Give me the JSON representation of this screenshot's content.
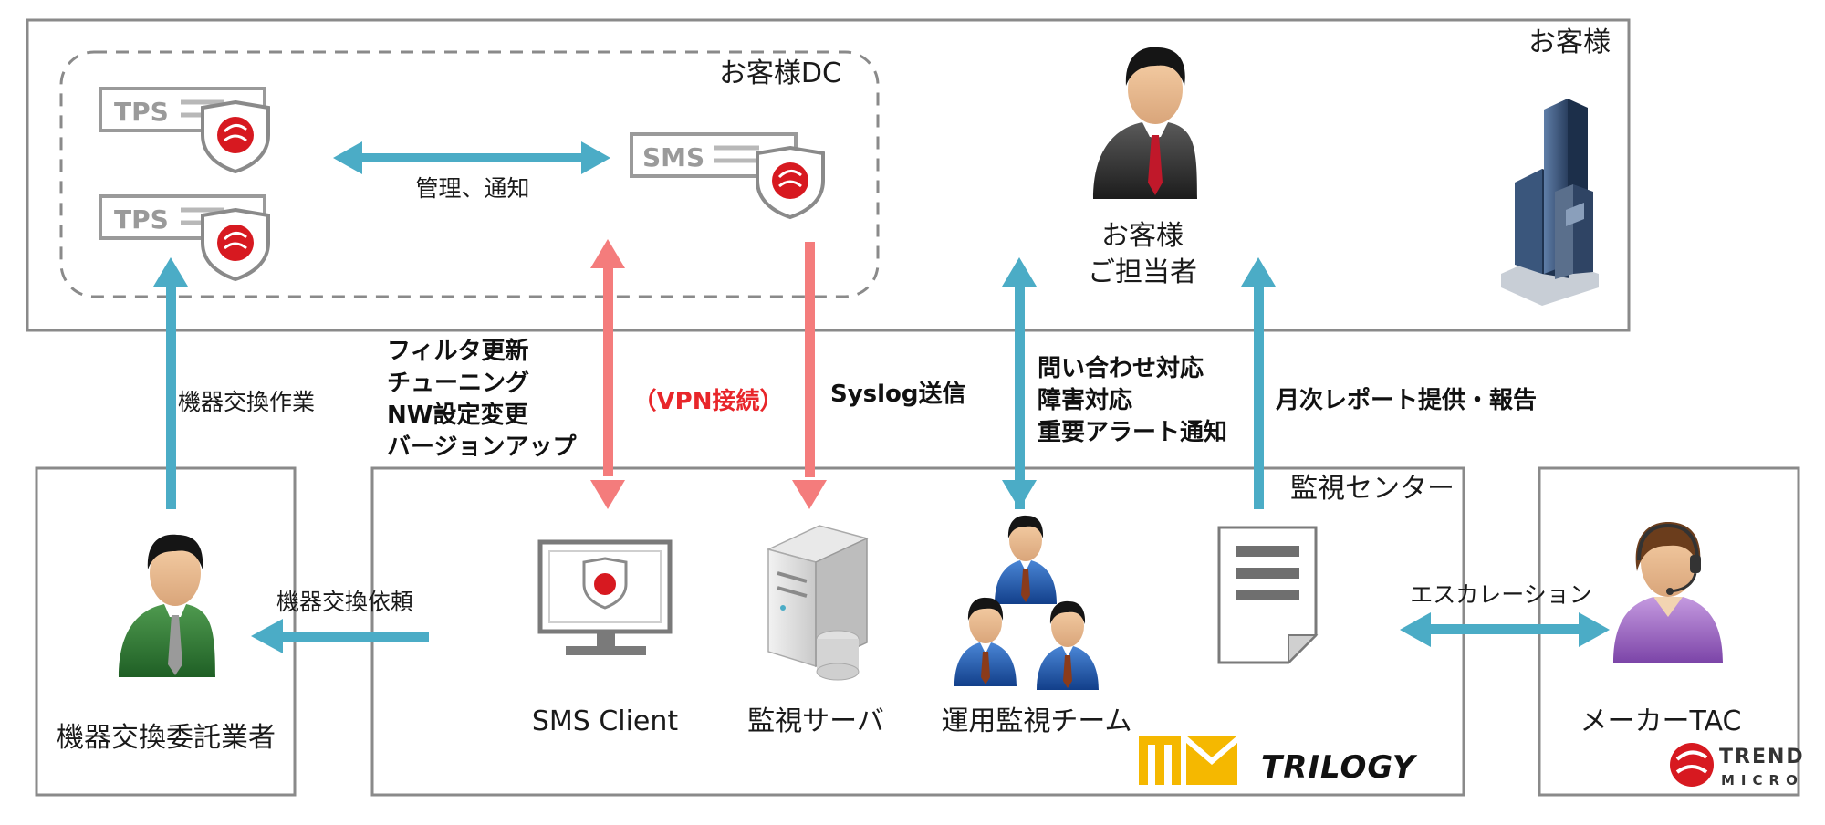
{
  "regions": {
    "customer": "お客様",
    "customer_dc": "お客様DC",
    "monitoring_center": "監視センター"
  },
  "devices": {
    "tps_1": "TPS",
    "tps_2": "TPS",
    "sms": "SMS"
  },
  "nodes": {
    "customer_contact_line1": "お客様",
    "customer_contact_line2": "ご担当者",
    "contractor": "機器交換委託業者",
    "sms_client": "SMS Client",
    "monitoring_server": "監視サーバ",
    "ops_team": "運用監視チーム",
    "maker_tac": "メーカーTAC"
  },
  "flows": {
    "manage_notify": "管理、通知",
    "device_replace_work": "機器交換作業",
    "filter_update": "フィルタ更新",
    "tuning": "チューニング",
    "nw_config": "NW設定変更",
    "version_up": "バージョンアップ",
    "vpn": "（VPN接続）",
    "syslog": "Syslog送信",
    "inquiry": "問い合わせ対応",
    "incident": "障害対応",
    "alert": "重要アラート通知",
    "monthly_report": "月次レポート提供・報告",
    "replace_request": "機器交換依頼",
    "escalation": "エスカレーション"
  },
  "logos": {
    "trilogy": "TRILOGY",
    "trend_line1": "TREND",
    "trend_line2": "MICRO"
  },
  "colors": {
    "arrow_blue": "#4bacc6",
    "arrow_red": "#f47c7c",
    "vpn_red": "#e8262a",
    "trend_red": "#d71920",
    "itm_yellow": "#f5b800"
  }
}
